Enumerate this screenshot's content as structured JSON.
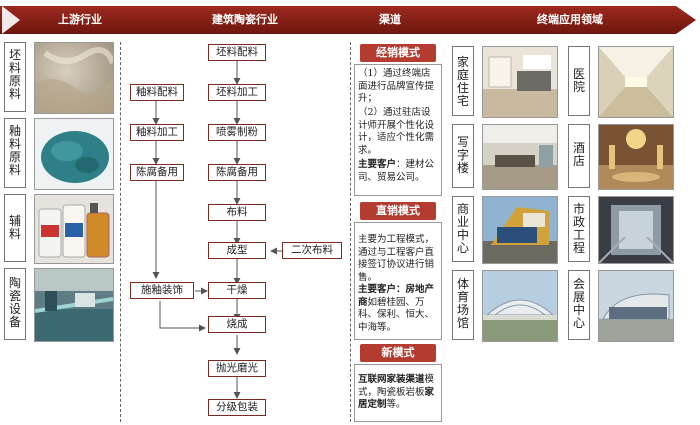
{
  "header": {
    "upstream": "上游行业",
    "industry": "建筑陶瓷行业",
    "channel": "渠道",
    "application": "终端应用领域"
  },
  "upstream_items": [
    {
      "label": "坯料原料",
      "icon": "raw-clay-photo"
    },
    {
      "label": "釉料原料",
      "icon": "glaze-powder-photo"
    },
    {
      "label": "辅料",
      "icon": "auxiliary-chemicals-photo"
    },
    {
      "label": "陶瓷设备",
      "icon": "ceramic-equipment-photo"
    }
  ],
  "process": {
    "main": [
      "坯料配料",
      "坯料加工",
      "喷雾制粉",
      "陈腐备用",
      "布料",
      "成型",
      "干燥",
      "烧成",
      "抛光磨光",
      "分级包装"
    ],
    "glaze": [
      "釉料配料",
      "釉料加工",
      "陈腐备用"
    ],
    "glazing": "施釉装饰",
    "secondary": "二次布料"
  },
  "channels": {
    "distribution": {
      "tag": "经销模式",
      "line1": "（1）通过终端店面进行品牌宣传提升；",
      "line2": "（2）通过驻店设计师开展个性化设计，适应个性化需求。",
      "client_label": "主要客户",
      "client_text": "：建材公司、贸易公司。"
    },
    "direct": {
      "tag": "直销模式",
      "line1": "主要为工程模式，通过与工程客户直接签订协议进行销售。",
      "client_label": "主要客户：房地产商",
      "client_text": "如碧桂园、万科、保利、恒大、中海等。"
    },
    "new": {
      "tag": "新模式",
      "line_a": "互联网家装渠道",
      "line_b": "模式，陶瓷板岩板",
      "line_c": "家居定制",
      "line_d": "等。"
    }
  },
  "applications": [
    {
      "label": "家庭住宅",
      "icon": "home-interior-photo"
    },
    {
      "label": "医院",
      "icon": "hospital-corridor-photo"
    },
    {
      "label": "写字楼",
      "icon": "office-lobby-photo"
    },
    {
      "label": "酒店",
      "icon": "hotel-lobby-photo"
    },
    {
      "label": "商业中心",
      "icon": "shopping-mall-photo"
    },
    {
      "label": "市政工程",
      "icon": "subway-station-photo"
    },
    {
      "label": "体育场馆",
      "icon": "stadium-photo"
    },
    {
      "label": "会展中心",
      "icon": "exhibition-center-photo"
    }
  ],
  "colors": {
    "header": "#8b2016",
    "tag": "#b33b2f",
    "box_border": "#7a2a21"
  }
}
